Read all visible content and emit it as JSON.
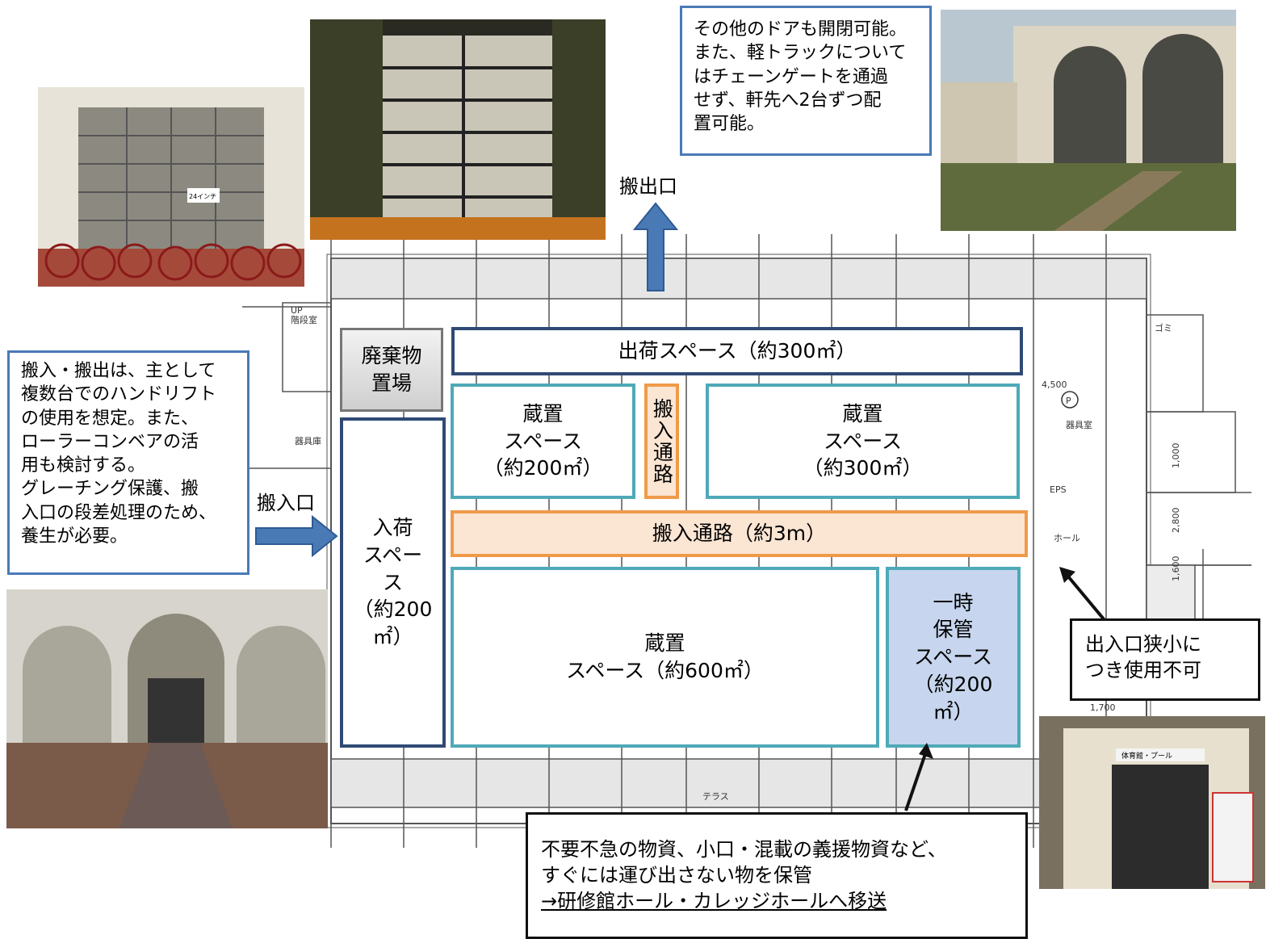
{
  "labels": {
    "exit": "搬出口",
    "entrance": "搬入口"
  },
  "zones": {
    "shipping": "出荷スペース（約300㎡）",
    "waste": [
      "廃棄物",
      "置場"
    ],
    "storage_left": [
      "蔵置",
      "スペース",
      "（約200㎡）"
    ],
    "passage_vertical": "搬入通路",
    "storage_right": [
      "蔵置",
      "スペース",
      "（約300㎡）"
    ],
    "receiving": [
      "入荷",
      "スペー",
      "ス",
      "（約200",
      "㎡）"
    ],
    "passage_main": "搬入通路（約3m）",
    "storage_large": [
      "蔵置",
      "スペース（約600㎡）"
    ],
    "temp": [
      "一時",
      "保管",
      "スペース",
      "（約200",
      "㎡）"
    ]
  },
  "notes": {
    "top_right": [
      "その他のドアも開閉可能。",
      "また、軽トラックについて",
      "はチェーンゲートを通過",
      "せず、軒先へ2台ずつ配",
      "置可能。"
    ],
    "left": [
      "搬入・搬出は、主として",
      "複数台でのハンドリフト",
      "の使用を想定。また、",
      "ローラーコンベアの活",
      "用も検討する。",
      "グレーチング保護、搬",
      "入口の段差処理のため、",
      "養生が必要。"
    ],
    "right_small": [
      "出入口狭小に",
      "つき使用不可"
    ],
    "bottom": [
      "不要不急の物資、小口・混載の義援物資など、",
      "すぐには運び出さない物を保管",
      "→研修館ホール・カレッジホールへ移送"
    ]
  },
  "plan_text": {
    "dim1": "4,500",
    "dim2": "1,000",
    "dim3": "2,800",
    "dim4": "1,600",
    "dim5": "1,700",
    "room1": "器具庫",
    "room2": "器具室",
    "room3": "階段室",
    "room4": "EPS",
    "room5": "ホール",
    "room6": "ゴミ",
    "room7": "UP",
    "room8": "テラス",
    "parking": "P"
  },
  "photo_text": {
    "sign": "24インチ",
    "building_sign": "体育館・プール"
  },
  "colors": {
    "navy": "#2f4a75",
    "teal": "#4fa9b8",
    "orange": "#ef9a4a",
    "passage_fill": "#fbe5d3",
    "temp_fill": "#c7d6ee",
    "arrow": "#4a7ab6",
    "note_border": "#4a7ab6"
  }
}
